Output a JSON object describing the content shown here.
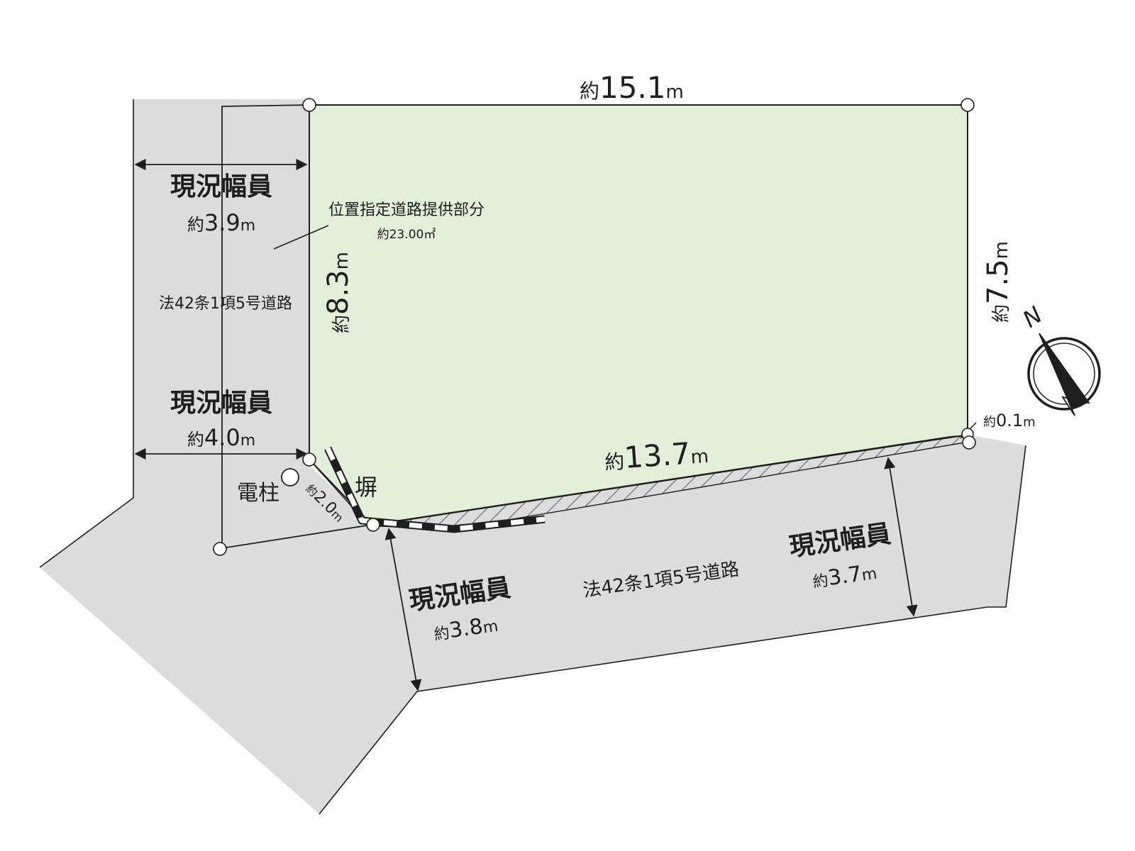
{
  "labels": {
    "top_length": {
      "prefix": "約",
      "value": "15.1",
      "unit": "m"
    },
    "right_length": {
      "prefix": "約",
      "value": "7.5",
      "unit": "m"
    },
    "left_length": {
      "prefix": "約",
      "value": "8.3",
      "unit": "m"
    },
    "bottom_length": {
      "prefix": "約",
      "value": "13.7",
      "unit": "m"
    },
    "corner_cut": {
      "prefix": "約",
      "value": "2.0",
      "unit": "m"
    },
    "setback": {
      "prefix": "約",
      "value": "0.1",
      "unit": "m"
    },
    "road_width_heading": "現況幅員",
    "west_road_width_top": {
      "prefix": "約",
      "value": "3.9",
      "unit": "m"
    },
    "west_road_width_bottom": {
      "prefix": "約",
      "value": "4.0",
      "unit": "m"
    },
    "south_road_width_left": {
      "prefix": "約",
      "value": "3.8",
      "unit": "m"
    },
    "south_road_width_right": {
      "prefix": "約",
      "value": "3.7",
      "unit": "m"
    },
    "road_type": "法42条1項5号道路",
    "provided_road_title": "位置指定道路提供部分",
    "provided_road_area": "約23.00㎡",
    "utility_pole": "電柱",
    "fence": "塀",
    "north": "N"
  },
  "colors": {
    "site_fill": "#e2efd9",
    "road_fill": "#dcdcdc",
    "line": "#1e1e1e"
  }
}
